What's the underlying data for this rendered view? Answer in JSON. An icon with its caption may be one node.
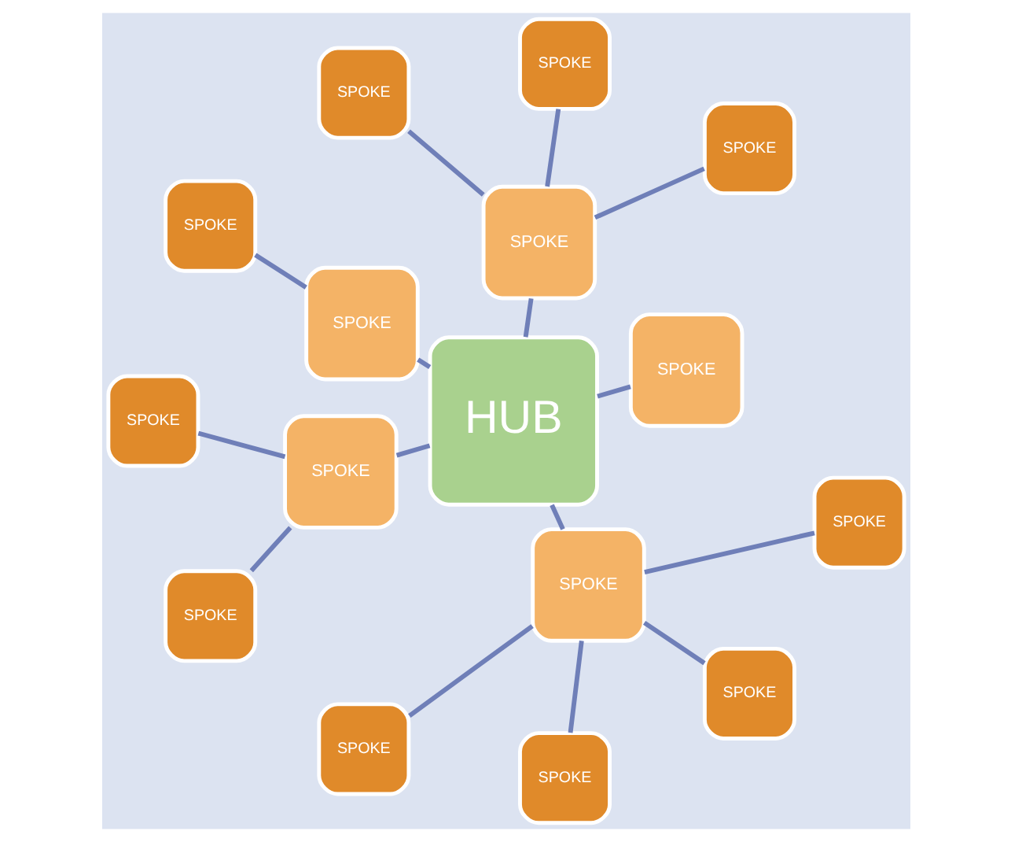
{
  "diagram": {
    "nodes": [
      {
        "text": [
          "HUB"
        ]
      },
      {
        "text": [
          "SPOKE"
        ]
      },
      {
        "text": [
          "SPOKE"
        ]
      },
      {
        "text": [
          "SPOKE"
        ]
      },
      {
        "text": [
          "SPOKE"
        ]
      },
      {
        "text": [
          "SPOKE"
        ]
      },
      {
        "text": [
          "SPOKE"
        ]
      },
      {
        "text": [
          "SPOKE"
        ]
      },
      {
        "text": [
          "SPOKE"
        ]
      },
      {
        "text": [
          "SPOKE"
        ]
      },
      {
        "text": [
          "SPOKE"
        ]
      },
      {
        "text": [
          "SPOKE"
        ]
      },
      {
        "text": [
          "SPOKE"
        ]
      },
      {
        "text": [
          "SPOKE"
        ]
      },
      {
        "text": [
          "SPOKE"
        ]
      },
      {
        "text": [
          "SPOKE"
        ]
      }
    ],
    "edges": [
      {
        "from": 0,
        "to": 1,
        "arrow": "none"
      },
      {
        "from": 0,
        "to": 2,
        "arrow": "none"
      },
      {
        "from": 0,
        "to": 3,
        "arrow": "none"
      },
      {
        "from": 0,
        "to": 4,
        "arrow": "none"
      },
      {
        "from": 0,
        "to": 5,
        "arrow": "none"
      },
      {
        "from": 2,
        "to": 6,
        "arrow": "none"
      },
      {
        "from": 2,
        "to": 7,
        "arrow": "none"
      },
      {
        "from": 2,
        "to": 8,
        "arrow": "none"
      },
      {
        "from": 3,
        "to": 9,
        "arrow": "none"
      },
      {
        "from": 4,
        "to": 10,
        "arrow": "none"
      },
      {
        "from": 4,
        "to": 11,
        "arrow": "none"
      },
      {
        "from": 5,
        "to": 12,
        "arrow": "none"
      },
      {
        "from": 5,
        "to": 13,
        "arrow": "none"
      },
      {
        "from": 5,
        "to": 14,
        "arrow": "none"
      },
      {
        "from": 5,
        "to": 15,
        "arrow": "none"
      }
    ]
  }
}
